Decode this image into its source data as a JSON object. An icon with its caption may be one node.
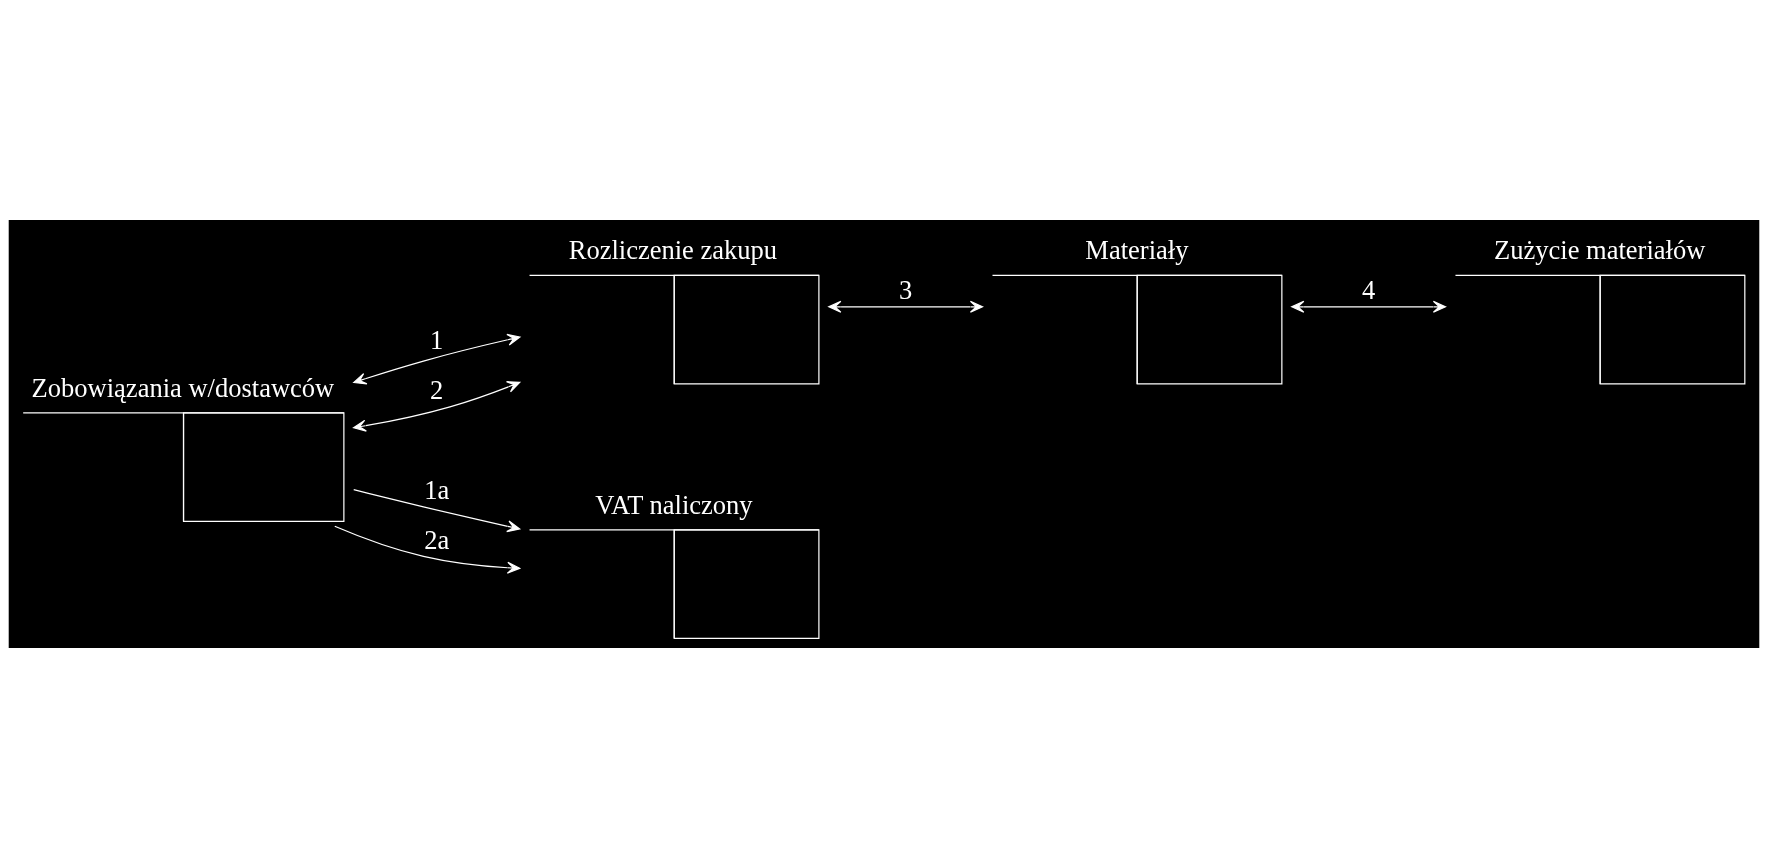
{
  "diagram": {
    "nodes": [
      {
        "text": [
          "Zobowiązania w/dostawców"
        ]
      },
      {
        "text": [
          "Rozliczenie zakupu"
        ]
      },
      {
        "text": [
          "VAT naliczony"
        ]
      },
      {
        "text": [
          "Materiały"
        ]
      },
      {
        "text": [
          "Zużycie materiałów"
        ]
      }
    ],
    "edges": [
      {
        "from": 0,
        "to": 1,
        "arrow": "both",
        "label": "1"
      },
      {
        "from": 0,
        "to": 1,
        "arrow": "both",
        "label": "2"
      },
      {
        "from": 0,
        "to": 2,
        "arrow": "to",
        "label": "1a"
      },
      {
        "from": 0,
        "to": 2,
        "arrow": "to",
        "label": "2a"
      },
      {
        "from": 1,
        "to": 3,
        "arrow": "both",
        "label": "3"
      },
      {
        "from": 3,
        "to": 4,
        "arrow": "both",
        "label": "4"
      }
    ]
  }
}
